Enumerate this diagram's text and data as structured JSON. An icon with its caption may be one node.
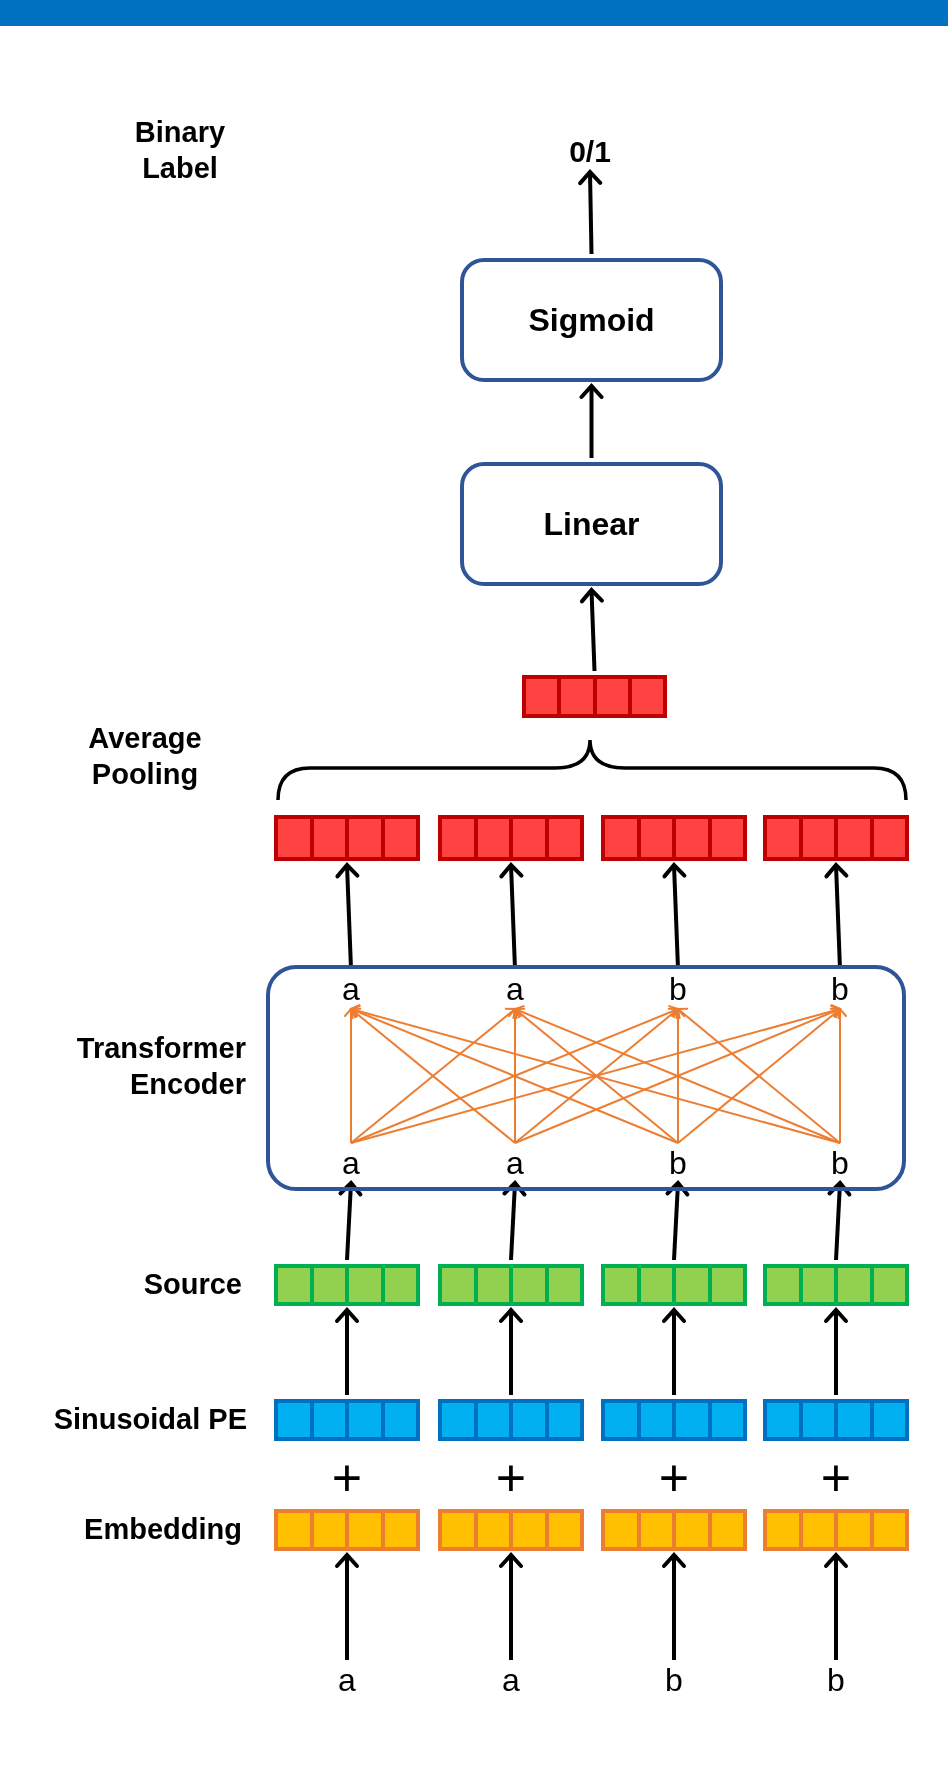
{
  "diagram": {
    "nodes": [
      {
        "text": [
          "0/1"
        ]
      },
      {
        "text": [
          "Sigmoid"
        ]
      },
      {
        "text": [
          "Linear"
        ]
      },
      {
        "text": [],
        "shape": "bar"
      },
      {
        "text": [],
        "shape": "bar"
      },
      {
        "text": [],
        "shape": "bar"
      },
      {
        "text": [],
        "shape": "bar"
      },
      {
        "text": [],
        "shape": "bar"
      },
      {
        "text": [],
        "shape": "box"
      },
      {
        "text": [
          "a"
        ],
        "in": 8
      },
      {
        "text": [
          "a"
        ],
        "in": 8
      },
      {
        "text": [
          "b"
        ],
        "in": 8
      },
      {
        "text": [
          "b"
        ],
        "in": 8
      },
      {
        "text": [
          "a"
        ],
        "in": 8
      },
      {
        "text": [
          "a"
        ],
        "in": 8
      },
      {
        "text": [
          "b"
        ],
        "in": 8
      },
      {
        "text": [
          "b"
        ],
        "in": 8
      },
      {
        "text": [],
        "shape": "bar"
      },
      {
        "text": [],
        "shape": "bar"
      },
      {
        "text": [],
        "shape": "bar"
      },
      {
        "text": [],
        "shape": "bar"
      },
      {
        "text": [],
        "shape": "bar"
      },
      {
        "text": [],
        "shape": "bar"
      },
      {
        "text": [],
        "shape": "bar"
      },
      {
        "text": [],
        "shape": "bar"
      },
      {
        "text": [],
        "shape": "bar"
      },
      {
        "text": [],
        "shape": "bar"
      },
      {
        "text": [],
        "shape": "bar"
      },
      {
        "text": [],
        "shape": "bar"
      },
      {
        "text": [
          "a"
        ]
      },
      {
        "text": [
          "a"
        ]
      },
      {
        "text": [
          "b"
        ]
      },
      {
        "text": [
          "b"
        ]
      }
    ],
    "edges": [
      {
        "from": 1,
        "to": 0,
        "arrow": "to"
      },
      {
        "from": 2,
        "to": 1,
        "arrow": "to"
      },
      {
        "from": 3,
        "to": 2,
        "arrow": "to"
      },
      {
        "from": 9,
        "to": 4,
        "arrow": "to"
      },
      {
        "from": 10,
        "to": 5,
        "arrow": "to"
      },
      {
        "from": 11,
        "to": 6,
        "arrow": "to"
      },
      {
        "from": 12,
        "to": 7,
        "arrow": "to"
      },
      {
        "from": 13,
        "to": 9,
        "arrow": "to",
        "color": "#ed7d31"
      },
      {
        "from": 13,
        "to": 10,
        "arrow": "to",
        "color": "#ed7d31"
      },
      {
        "from": 13,
        "to": 11,
        "arrow": "to",
        "color": "#ed7d31"
      },
      {
        "from": 13,
        "to": 12,
        "arrow": "to",
        "color": "#ed7d31"
      },
      {
        "from": 14,
        "to": 9,
        "arrow": "to",
        "color": "#ed7d31"
      },
      {
        "from": 14,
        "to": 10,
        "arrow": "to",
        "color": "#ed7d31"
      },
      {
        "from": 14,
        "to": 11,
        "arrow": "to",
        "color": "#ed7d31"
      },
      {
        "from": 14,
        "to": 12,
        "arrow": "to",
        "color": "#ed7d31"
      },
      {
        "from": 15,
        "to": 9,
        "arrow": "to",
        "color": "#ed7d31"
      },
      {
        "from": 15,
        "to": 10,
        "arrow": "to",
        "color": "#ed7d31"
      },
      {
        "from": 15,
        "to": 11,
        "arrow": "to",
        "color": "#ed7d31"
      },
      {
        "from": 15,
        "to": 12,
        "arrow": "to",
        "color": "#ed7d31"
      },
      {
        "from": 16,
        "to": 9,
        "arrow": "to",
        "color": "#ed7d31"
      },
      {
        "from": 16,
        "to": 10,
        "arrow": "to",
        "color": "#ed7d31"
      },
      {
        "from": 16,
        "to": 11,
        "arrow": "to",
        "color": "#ed7d31"
      },
      {
        "from": 16,
        "to": 12,
        "arrow": "to",
        "color": "#ed7d31"
      },
      {
        "from": 17,
        "to": 13,
        "arrow": "to"
      },
      {
        "from": 18,
        "to": 14,
        "arrow": "to"
      },
      {
        "from": 19,
        "to": 15,
        "arrow": "to"
      },
      {
        "from": 20,
        "to": 16,
        "arrow": "to"
      },
      {
        "from": 21,
        "to": 17,
        "arrow": "to"
      },
      {
        "from": 22,
        "to": 18,
        "arrow": "to"
      },
      {
        "from": 23,
        "to": 19,
        "arrow": "to"
      },
      {
        "from": 24,
        "to": 20,
        "arrow": "to"
      },
      {
        "from": 29,
        "to": 25,
        "arrow": "to"
      },
      {
        "from": 30,
        "to": 26,
        "arrow": "to"
      },
      {
        "from": 31,
        "to": 27,
        "arrow": "to"
      },
      {
        "from": 32,
        "to": 28,
        "arrow": "to"
      }
    ],
    "labels": [
      "Binary Label",
      "Average Pooling",
      "Transformer Encoder",
      "Source",
      "Sinusoidal PE",
      "+",
      "+",
      "+",
      "+",
      "Embedding"
    ]
  }
}
